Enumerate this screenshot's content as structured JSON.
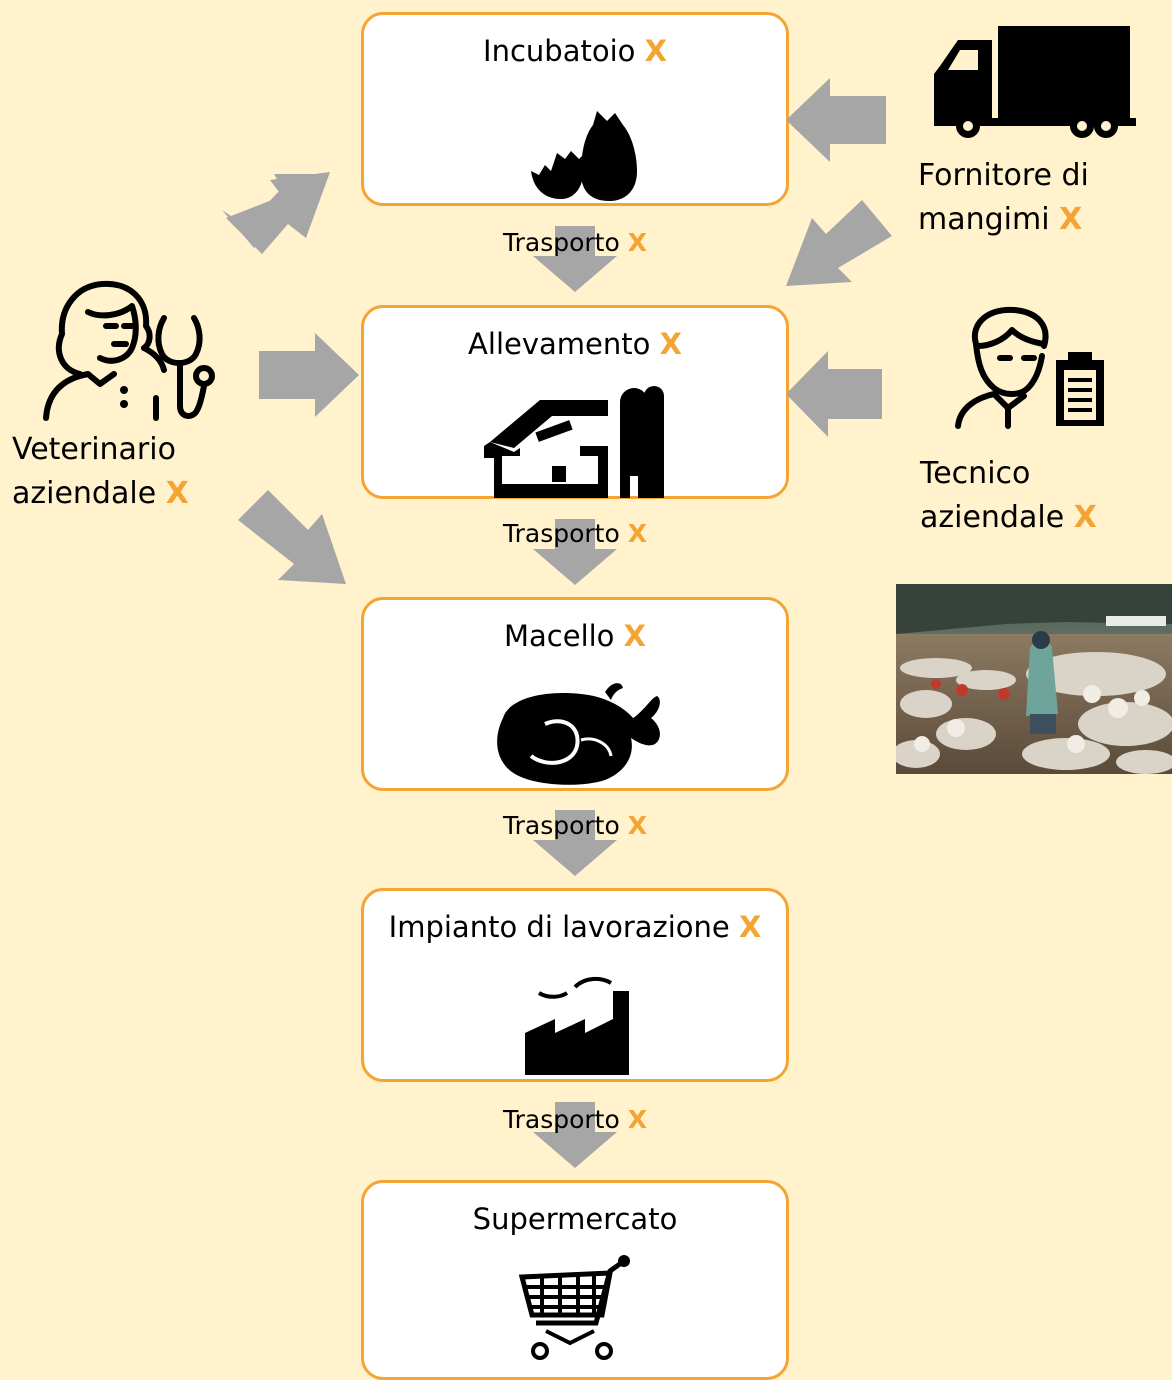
{
  "mark": "X",
  "colors": {
    "background": "#fff2cc",
    "accent": "#f4a433",
    "arrow": "#a6a6a6",
    "box_fill": "#ffffff"
  },
  "stages": [
    {
      "label": "Incubatoio",
      "icon": "hatching-chick-icon"
    },
    {
      "label": "Allevamento",
      "icon": "farm-house-icon"
    },
    {
      "label": "Macello",
      "icon": "whole-chicken-icon"
    },
    {
      "label": "Impianto di lavorazione",
      "icon": "factory-icon"
    },
    {
      "label": "Supermercato",
      "icon": "shopping-cart-icon"
    }
  ],
  "transport_label": "Trasporto",
  "actors": {
    "veterinarian": {
      "line1": "Veterinario",
      "line2": "aziendale",
      "icon": "veterinarian-icon"
    },
    "feed_supplier": {
      "line1": "Fornitore di",
      "line2": "mangimi",
      "icon": "delivery-truck-icon"
    },
    "technician": {
      "line1": "Tecnico",
      "line2": "aziendale",
      "icon": "technician-icon"
    }
  },
  "photo": {
    "subject": "turkey barn photo"
  }
}
